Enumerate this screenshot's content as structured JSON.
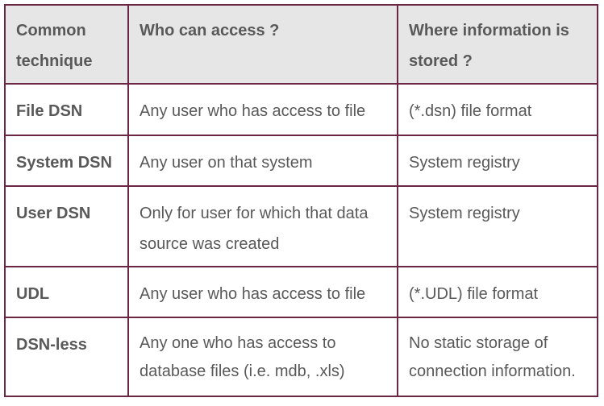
{
  "table": {
    "headers": [
      "Common technique",
      "Who can access ?",
      "Where information is stored ?"
    ],
    "rows": [
      {
        "technique": "File DSN",
        "access": "Any user who has access to file",
        "storage": "(*.dsn) file format"
      },
      {
        "technique": "System DSN",
        "access": "Any user on that system",
        "storage": "System registry"
      },
      {
        "technique": "User DSN",
        "access": "Only for user for which that data source was  created",
        "storage": "System registry"
      },
      {
        "technique": "UDL",
        "access": "Any user who has access to file",
        "storage": "(*.UDL) file format"
      },
      {
        "technique": "DSN-less",
        "access": "Any one who has access to database  files (i.e.  mdb, .xls)",
        "storage": "No static storage of connection information."
      }
    ]
  },
  "colors": {
    "border": "#6b2643",
    "header_background": "#e6e6e6",
    "text": "#595959"
  }
}
